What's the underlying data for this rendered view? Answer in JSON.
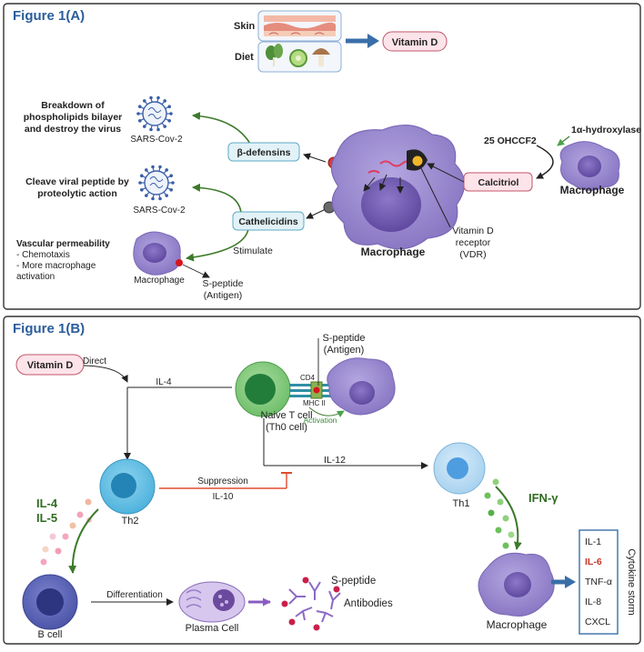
{
  "panel_a": {
    "heading": "Figure 1(A)",
    "skin_label": "Skin",
    "diet_label": "Diet",
    "vitamin_d": "Vitamin D",
    "breakdown_line1": "Breakdown of",
    "breakdown_line2": "phospholipids bilayer",
    "breakdown_line3": "and destroy the virus",
    "sars_top": "SARS-Cov-2",
    "cleave_line1": "Cleave viral peptide by",
    "cleave_line2": "proteolytic action",
    "sars_mid": "SARS-Cov-2",
    "vascular_title": "Vascular permeability",
    "vascular_item1": "- Chemotaxis",
    "vascular_item2": "- More macrophage",
    "vascular_item3": "activation",
    "macrophage_small": "Macrophage",
    "s_peptide_line1": "S-peptide",
    "s_peptide_line2": "(Antigen)",
    "beta_defensins": "β-defensins",
    "cathelicidins": "Cathelicidins",
    "stimulate": "Stimulate",
    "macrophage_center": "Macrophage",
    "vdr_line1": "Vitamin D",
    "vdr_line2": "receptor",
    "vdr_line3": "(VDR)",
    "ohccf2": "25 OHCCF2",
    "hydroxylase": "1α-hydroxylase",
    "calcitriol": "Calcitriol",
    "macrophage_right": "Macrophage"
  },
  "panel_b": {
    "heading": "Figure 1(B)",
    "vitamin_d": "Vitamin D",
    "direct": "Direct",
    "il4_top": "IL-4",
    "s_peptide_line1": "S-peptide",
    "s_peptide_line2": "(Antigen)",
    "cd4": "CD4",
    "mhc2": "MHC II",
    "activation": "Activation",
    "naive_line1": "Naive T cell",
    "naive_line2": "(Th0 cell)",
    "il12": "IL-12",
    "suppression": "Suppression",
    "il10": "IL-10",
    "th2": "Th2",
    "th1": "Th1",
    "il4_green": "IL-4",
    "il5_green": "IL-5",
    "ifn": "IFN-γ",
    "b_cell": "B cell",
    "differentiation": "Differentiation",
    "plasma_cell": "Plasma Cell",
    "s_peptide_bottom": "S-peptide",
    "antibodies": "Antibodies",
    "macrophage": "Macrophage",
    "cytokines": [
      "IL-1",
      "IL-6",
      "TNF-α",
      "IL-8",
      "CXCL"
    ],
    "cytokine_storm": "Cytokine storm"
  },
  "colors": {
    "heading_blue": "#2a5d9a",
    "macrophage_purple": "#8f7cc4",
    "nucleus_purple": "#6b54a8",
    "pink_fill": "#fde4ea",
    "pink_stroke": "#c25569",
    "blue_box_fill": "#e2f2f7",
    "blue_box_stroke": "#5fa9c4",
    "green_arrow": "#3c7a2a",
    "arrow_blue": "#3a6ea8",
    "suppression_red": "#e04b2f",
    "il6_red": "#c0392b"
  }
}
